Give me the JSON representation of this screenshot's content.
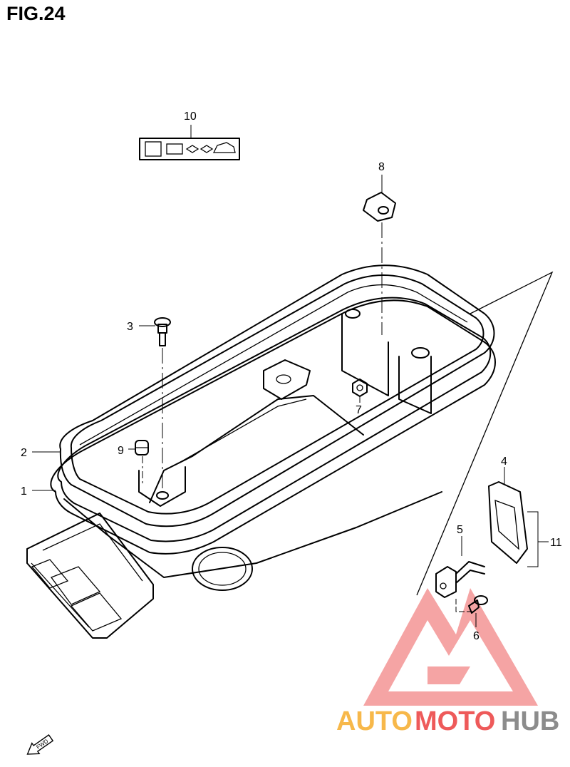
{
  "figure": {
    "title": "FIG.24"
  },
  "callouts": [
    {
      "id": "1",
      "label": "1"
    },
    {
      "id": "2",
      "label": "2"
    },
    {
      "id": "3",
      "label": "3"
    },
    {
      "id": "4",
      "label": "4"
    },
    {
      "id": "5",
      "label": "5"
    },
    {
      "id": "6",
      "label": "6"
    },
    {
      "id": "7",
      "label": "7"
    },
    {
      "id": "8",
      "label": "8"
    },
    {
      "id": "9",
      "label": "9"
    },
    {
      "id": "10",
      "label": "10"
    },
    {
      "id": "11",
      "label": "11"
    }
  ],
  "fwd_label": "FWD",
  "watermark": {
    "part1": "AUTO",
    "part2": "MOTO",
    "part3": "HUB",
    "color_orange": "#f7b84a",
    "color_red": "#ee5a5a",
    "color_gray": "#8c8c8c"
  }
}
